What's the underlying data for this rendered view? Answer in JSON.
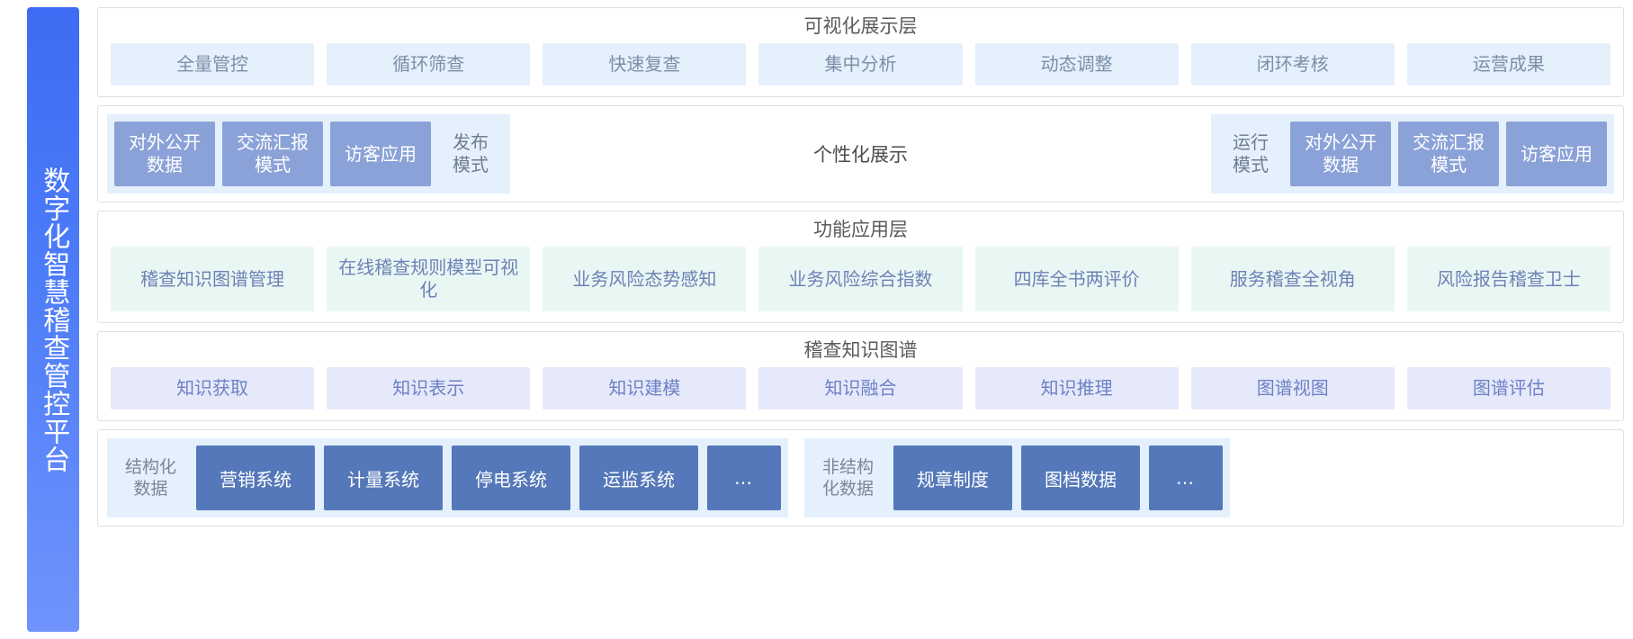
{
  "banner": {
    "title": "数字化智慧稽查管控平台"
  },
  "colors": {
    "banner_gradient_start": "#3f6bf4",
    "banner_gradient_end": "#6f93fb",
    "chip_blue": "#e4f0fb",
    "chip_blue_text": "#7b8fa8",
    "chip_mint": "#e9f7f4",
    "chip_mint_text": "#6d81b5",
    "chip_lavender": "#e6e9f9",
    "chip_lavender_text": "#6d81c8",
    "chip_solid_blue": "#8ba2d8",
    "data_chip_blue": "#5478b9",
    "layer_border": "#dcdfe6",
    "title_text": "#5b5b5b"
  },
  "layers": {
    "visualization": {
      "title": "可视化展示层",
      "items": [
        {
          "label": "全量管控"
        },
        {
          "label": "循环筛查"
        },
        {
          "label": "快速复查"
        },
        {
          "label": "集中分析"
        },
        {
          "label": "动态调整"
        },
        {
          "label": "闭环考核"
        },
        {
          "label": "运营成果"
        }
      ]
    },
    "personalized": {
      "center_label": "个性化展示",
      "left_group": [
        {
          "label": "对外公开\n数据",
          "style": "solid"
        },
        {
          "label": "交流汇报\n模式",
          "style": "solid"
        },
        {
          "label": "访客应用",
          "style": "solid"
        },
        {
          "label": "发布\n模式",
          "style": "ghost"
        }
      ],
      "right_group": [
        {
          "label": "运行\n模式",
          "style": "ghost"
        },
        {
          "label": "对外公开\n数据",
          "style": "solid"
        },
        {
          "label": "交流汇报\n模式",
          "style": "solid"
        },
        {
          "label": "访客应用",
          "style": "solid"
        }
      ]
    },
    "function": {
      "title": "功能应用层",
      "items": [
        {
          "label": "稽查知识图谱管理"
        },
        {
          "label": "在线稽查规则模型可视化"
        },
        {
          "label": "业务风险态势感知"
        },
        {
          "label": "业务风险综合指数"
        },
        {
          "label": "四库全书两评价"
        },
        {
          "label": "服务稽查全视角"
        },
        {
          "label": "风险报告稽查卫士"
        }
      ]
    },
    "knowledge_graph": {
      "title": "稽查知识图谱",
      "items": [
        {
          "label": "知识获取"
        },
        {
          "label": "知识表示"
        },
        {
          "label": "知识建模"
        },
        {
          "label": "知识融合"
        },
        {
          "label": "知识推理"
        },
        {
          "label": "图谱视图"
        },
        {
          "label": "图谱评估"
        }
      ]
    },
    "data_sources": {
      "structured": {
        "label": "结构化\n数据",
        "items": [
          {
            "label": "营销系统"
          },
          {
            "label": "计量系统"
          },
          {
            "label": "停电系统"
          },
          {
            "label": "运监系统"
          },
          {
            "label": "…"
          }
        ]
      },
      "unstructured": {
        "label": "非结构\n化数据",
        "items": [
          {
            "label": "规章制度"
          },
          {
            "label": "图档数据"
          },
          {
            "label": "…"
          }
        ]
      }
    }
  }
}
